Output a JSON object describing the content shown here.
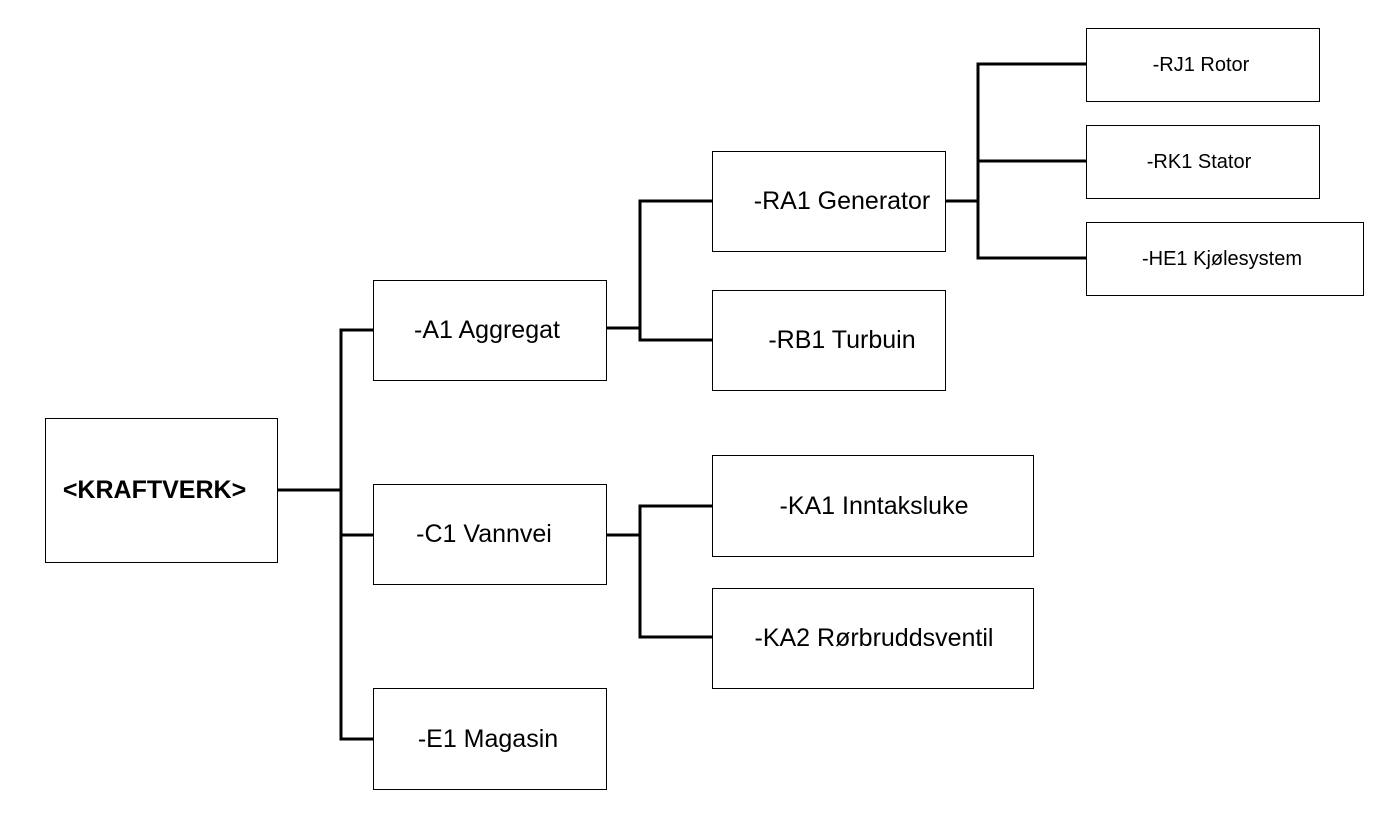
{
  "nodes": {
    "root": "<KRAFTVERK>",
    "a1": "-A1 Aggregat",
    "c1": "-C1 Vannvei",
    "e1": "-E1 Magasin",
    "ra1": "-RA1 Generator",
    "rb1": "-RB1 Turbuin",
    "ka1": "-KA1 Inntaksluke",
    "ka2": "-KA2 Rørbruddsventil",
    "rj1": "-RJ1 Rotor",
    "rk1": "-RK1 Stator",
    "he1": "-HE1 Kjølesystem"
  },
  "colors": {
    "line": "#000000",
    "border": "#000000",
    "background": "#ffffff"
  }
}
